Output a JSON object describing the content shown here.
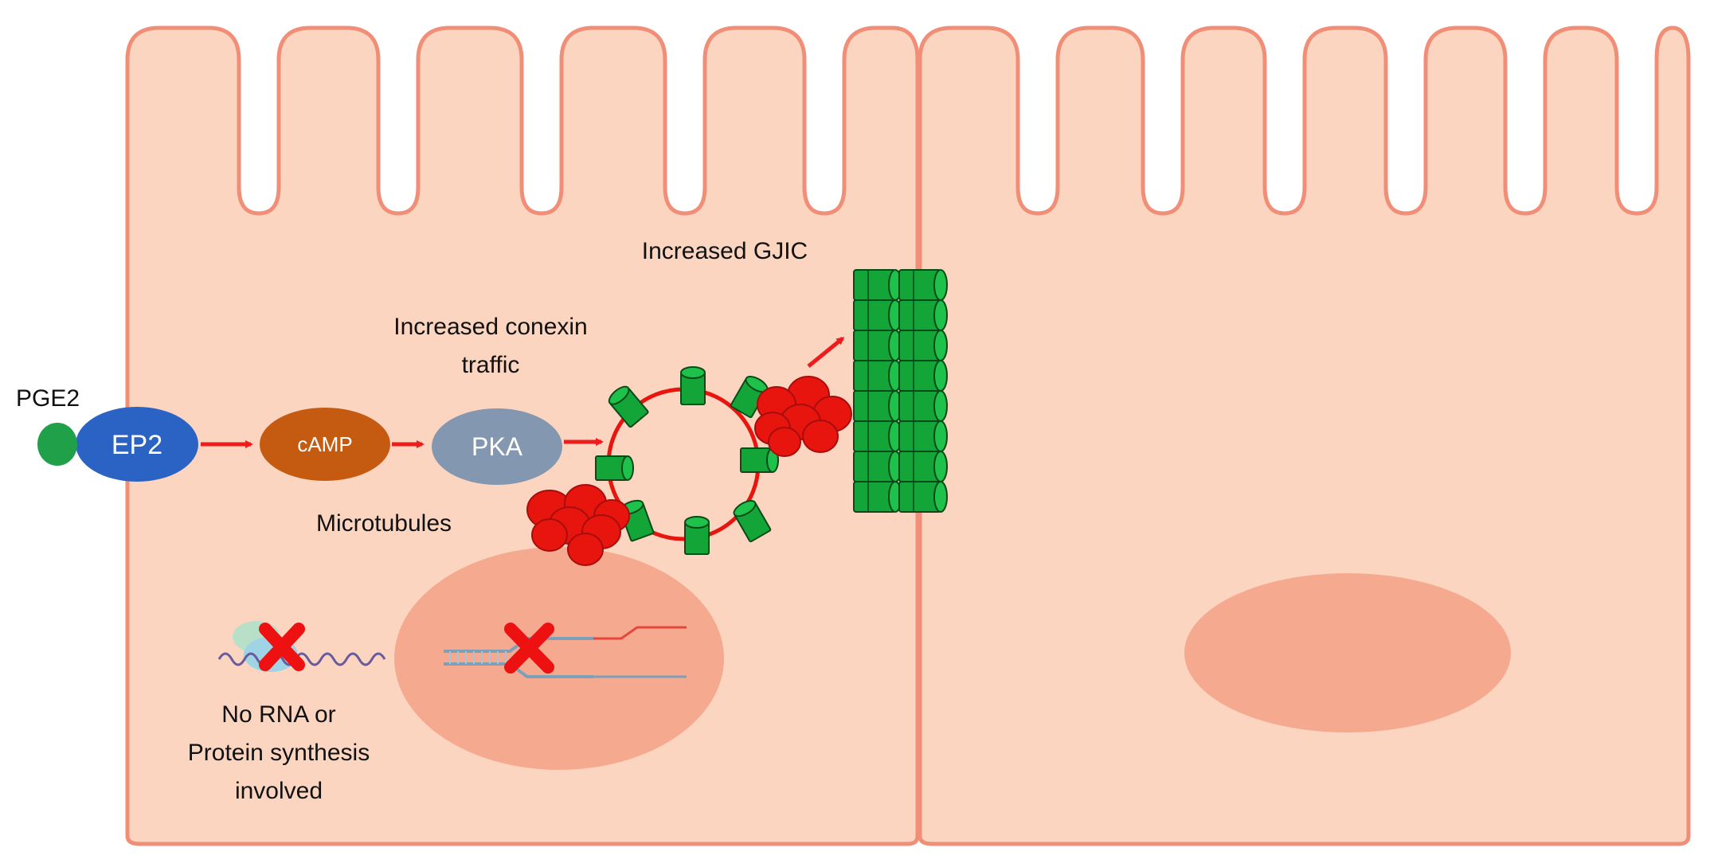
{
  "labels": {
    "ligand": "PGE2",
    "receptor": "EP2",
    "second_messenger": "cAMP",
    "kinase": "PKA",
    "microtubules": "Microtubules",
    "traffic_line1": "Increased conexin",
    "traffic_line2": "traffic",
    "gjic": "Increased GJIC",
    "note_line1": "No RNA or",
    "note_line2": "Protein synthesis",
    "note_line3": "involved"
  },
  "colors": {
    "cell_fill": "#fcd5c0",
    "cell_stroke": "#f08e78",
    "nucleus": "#f5aa90",
    "ligand": "#1fa049",
    "ep2": "#2a63c4",
    "camp": "#c55a11",
    "pka": "#8497b0",
    "connexon": "#13a538",
    "connexon_dark": "#0a6a22",
    "vesicle": "#e8150e",
    "arrow": "#ee1c1c",
    "inhibit_x": "#ee1111"
  }
}
